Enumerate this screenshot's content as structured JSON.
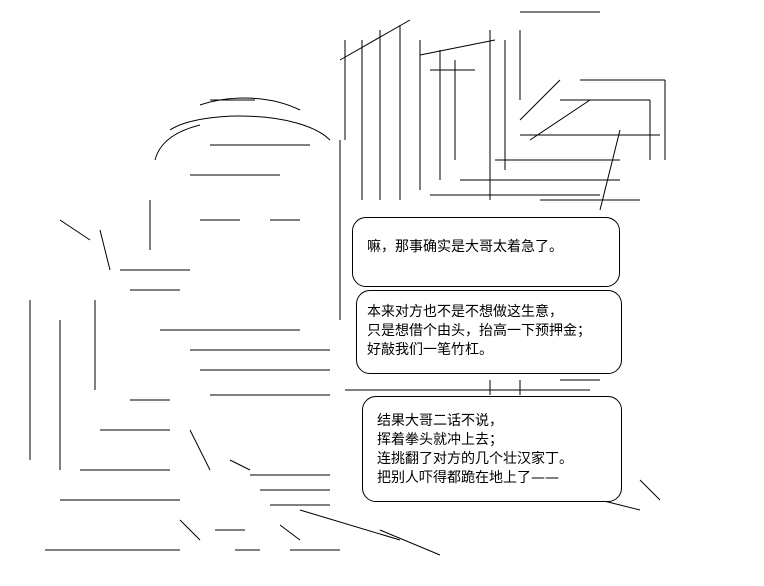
{
  "bubbles": [
    {
      "lines": [
        "嘛，那事确实是大哥太着急了。"
      ]
    },
    {
      "lines": [
        "本来对方也不是不想做这生意，",
        "只是想借个由头，抬高一下预押金；",
        "好敲我们一笔竹杠。"
      ]
    },
    {
      "lines": [
        "结果大哥二话不说，",
        "挥着拳头就冲上去；",
        "连挑翻了对方的几个壮汉家丁。",
        "把别人吓得都跪在地上了——"
      ]
    }
  ]
}
